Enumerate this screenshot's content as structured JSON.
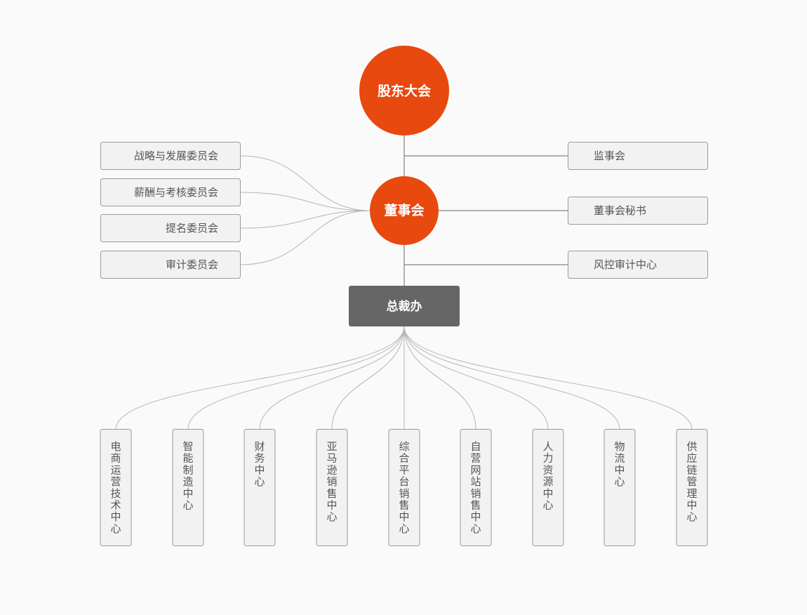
{
  "diagram": {
    "shareholders": {
      "label": "股东大会",
      "color": "#e8490f"
    },
    "board": {
      "label": "董事会",
      "color": "#e8490f"
    },
    "office": {
      "label": "总裁办",
      "color": "#666666"
    },
    "committees": [
      {
        "label": "战略与发展委员会"
      },
      {
        "label": "薪酬与考核委员会"
      },
      {
        "label": "提名委员会"
      },
      {
        "label": "审计委员会"
      }
    ],
    "right_units": [
      {
        "label": "监事会"
      },
      {
        "label": "董事会秘书"
      },
      {
        "label": "风控审计中心"
      }
    ],
    "centers": [
      {
        "label": "电商运营技术中心"
      },
      {
        "label": "智能制造中心"
      },
      {
        "label": "财务中心"
      },
      {
        "label": "亚马逊销售中心"
      },
      {
        "label": "综合平台销售中心"
      },
      {
        "label": "自营网站销售中心"
      },
      {
        "label": "人力资源中心"
      },
      {
        "label": "物流中心"
      },
      {
        "label": "供应链管理中心"
      }
    ],
    "colors": {
      "box_fill": "#f2f2f2",
      "box_border": "#9a9a9a",
      "line": "#666666",
      "curve": "#b5b5b5"
    }
  }
}
